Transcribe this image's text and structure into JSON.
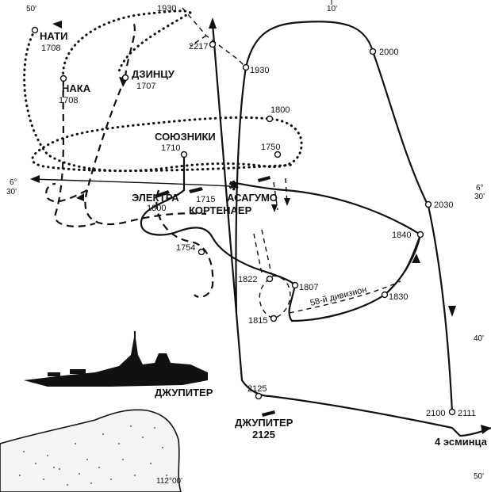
{
  "coordinates": {
    "lon_50": "50'",
    "lon_10": "10'",
    "lon_112": "112°00'",
    "lat_left_6": "6°",
    "lat_left_30": "30'",
    "lat_right_6": "6°",
    "lat_right_30": "30'",
    "lat_40": "40'",
    "lat_50": "50'"
  },
  "ships": {
    "nati": "НАТИ",
    "naka": "НАКА",
    "dzintsu": "ДЗИНЦУ",
    "allies": "СОЮЗНИКИ",
    "electra": "ЭЛЕКТРА",
    "kortenaer": "КОРТЕНАЕР",
    "asagumo": "АСАГУМО",
    "division58": "58-й дивизион",
    "jupiter_silhouette": "ДЖУПИТЕР",
    "jupiter": "ДЖУПИТЕР",
    "jupiter_time": "2125",
    "destroyers4": "4 эсминца"
  },
  "times": {
    "t1930_top": "1930",
    "t2217": "2217",
    "t1930": "1930",
    "t2000": "2000",
    "t1708_nati": "1708",
    "t1708_naka": "1708",
    "t1707": "1707",
    "t1800": "1800",
    "t1710": "1710",
    "t1750": "1750",
    "t1715": "1715",
    "t1800_b": "1800",
    "t2030": "2030",
    "t1840": "1840",
    "t1754": "1754",
    "t1822": "1822",
    "t1807": "1807",
    "t1830": "1830",
    "t1815": "1815",
    "t2125": "2125",
    "t2100": "2100",
    "t2111": "2111"
  }
}
